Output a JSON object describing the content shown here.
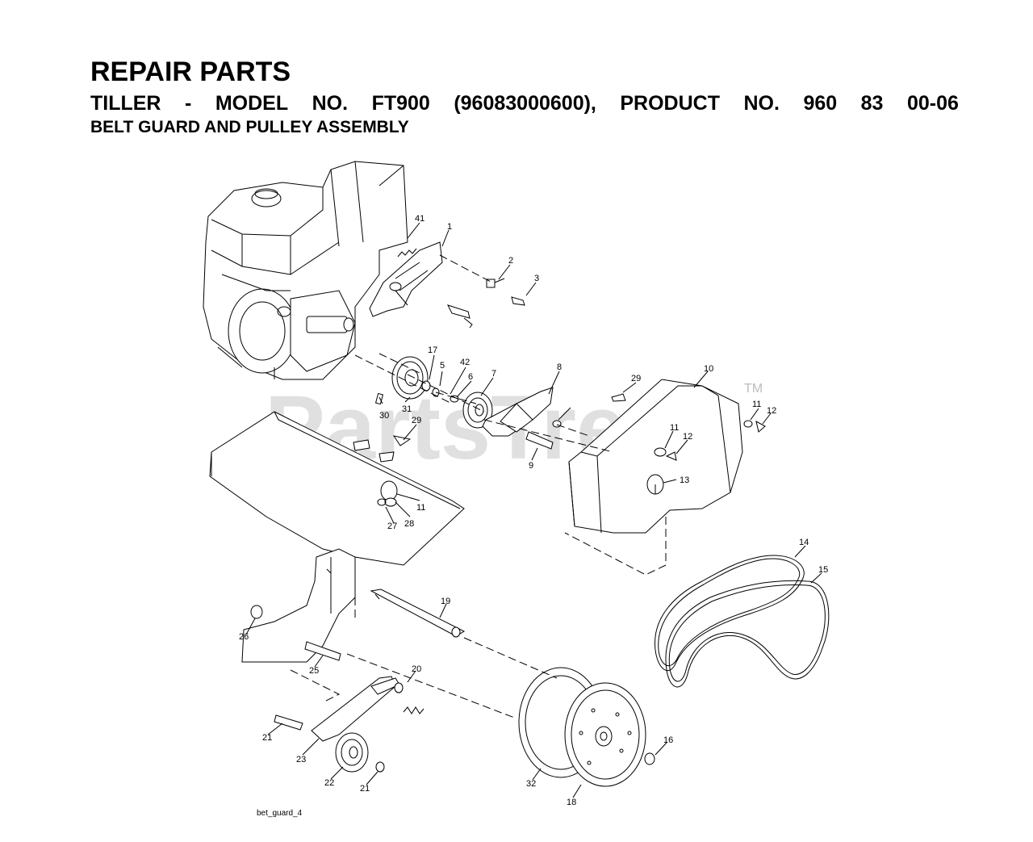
{
  "header": {
    "title": "REPAIR PARTS",
    "subtitle_words": [
      "TILLER",
      "-",
      "MODEL",
      "NO.",
      "FT900",
      "(96083000600),",
      "PRODUCT",
      "NO.",
      "960",
      "83",
      "00-06"
    ],
    "section": "BELT GUARD AND PULLEY ASSEMBLY"
  },
  "diagram": {
    "callouts": [
      "41",
      "1",
      "2",
      "3",
      "17",
      "5",
      "42",
      "6",
      "7",
      "8",
      "29",
      "10",
      "11",
      "12",
      "31",
      "30",
      "29",
      "11",
      "12",
      "9",
      "13",
      "11",
      "27",
      "28",
      "14",
      "15",
      "19",
      "26",
      "25",
      "20",
      "21",
      "23",
      "22",
      "21",
      "32",
      "18",
      "16"
    ],
    "reference_label": "bet_guard_4",
    "watermark": "PartsTree",
    "trademark": "TM"
  }
}
